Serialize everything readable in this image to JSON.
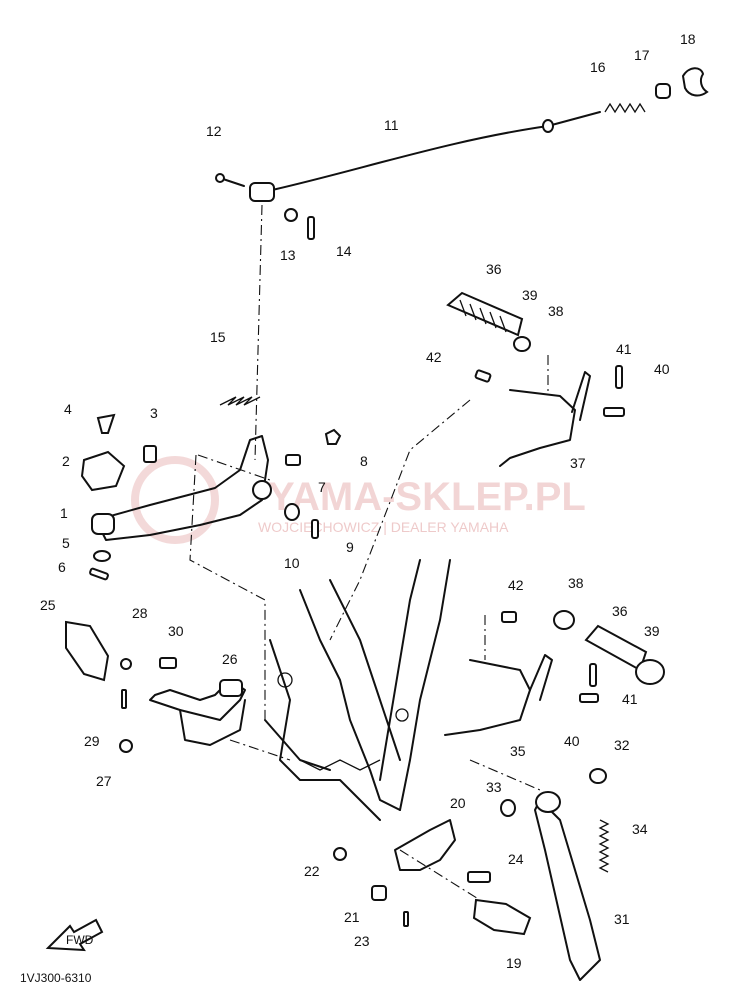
{
  "watermark": {
    "brand": "YAMA-SKLEP.PL",
    "tagline": "WOJCIECHOWICZ | DEALER YAMAHA"
  },
  "diagram": {
    "code": "1VJ300-6310",
    "front_arrow": "FWD",
    "callouts": [
      "1",
      "2",
      "3",
      "4",
      "5",
      "6",
      "7",
      "8",
      "9",
      "10",
      "11",
      "12",
      "13",
      "14",
      "15",
      "16",
      "17",
      "18",
      "19",
      "20",
      "21",
      "22",
      "23",
      "24",
      "25",
      "26",
      "27",
      "28",
      "29",
      "30",
      "31",
      "32",
      "33",
      "34",
      "35",
      "36",
      "37",
      "38",
      "39",
      "40",
      "41",
      "42"
    ],
    "callouts_repeat": [
      "36",
      "39",
      "38",
      "42",
      "41",
      "40"
    ]
  },
  "colors": {
    "ink": "#111111",
    "watermark": "#e8b4b4"
  }
}
